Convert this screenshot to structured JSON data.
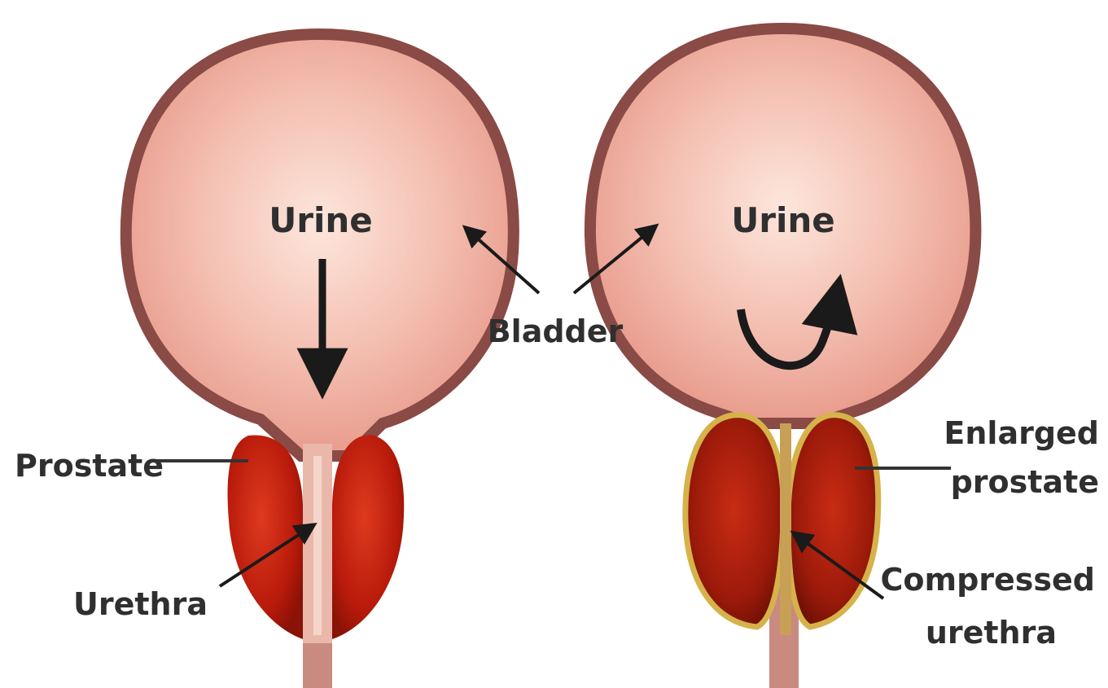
{
  "labels": {
    "urine_left": "Urine",
    "urine_right": "Urine",
    "bladder": "Bladder",
    "prostate": "Prostate",
    "urethra": "Urethra",
    "enlarged_line1": "Enlarged",
    "enlarged_line2": "prostate",
    "compressed_line1": "Compressed",
    "compressed_line2": "urethra"
  },
  "colors": {
    "bladder_wall": "#8a4a45",
    "bladder_fill": "#f2b3a3",
    "prostate": "#c4200e",
    "prostate_dark": "#8e1308",
    "enlarged_rim": "#d6b24a",
    "urethra": "#e7b3a7",
    "arrow": "#1a1a1a"
  }
}
